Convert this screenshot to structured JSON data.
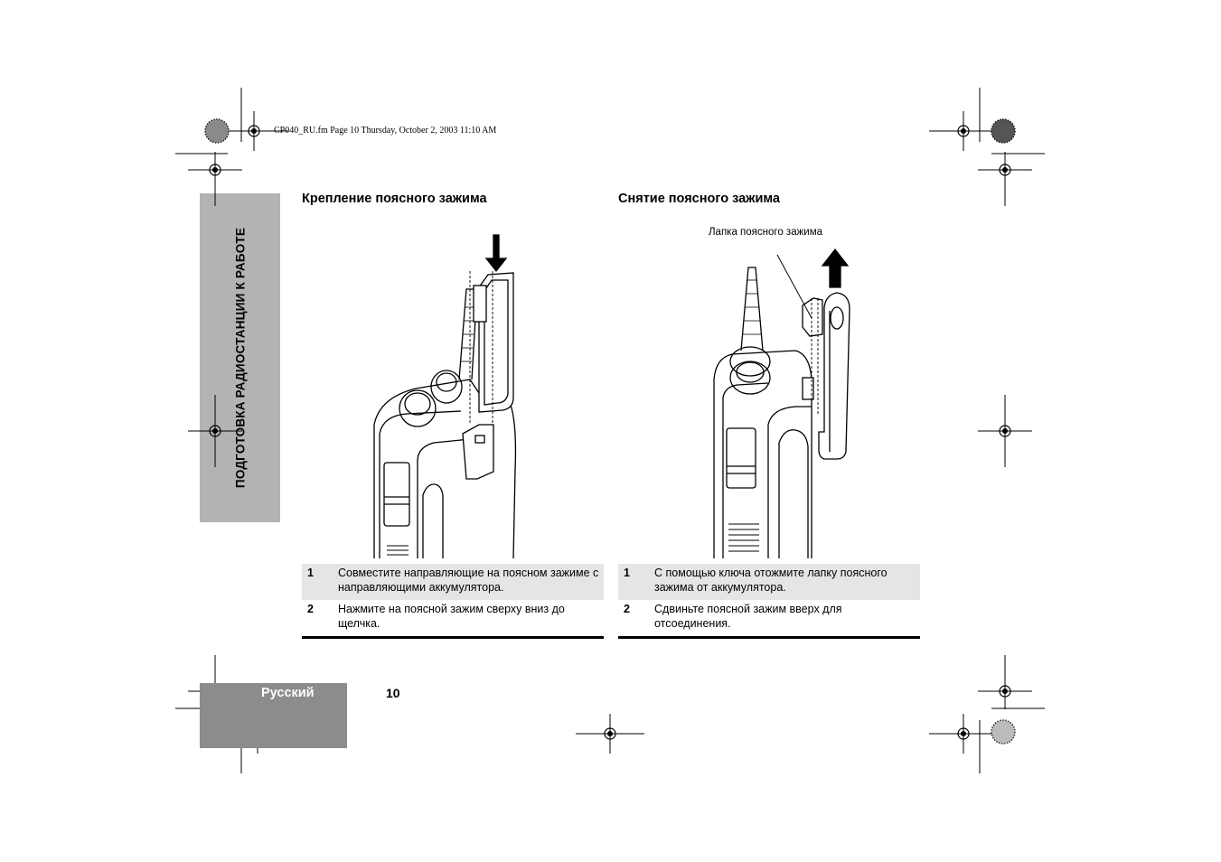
{
  "slug": "CP040_RU.fm  Page 10  Thursday, October 2, 2003  11:10 AM",
  "side_tab": "ПОДГОТОВКА РАДИОСТАНЦИИ К РАБОТЕ",
  "left": {
    "heading": "Крепление поясного зажима",
    "steps": [
      {
        "num": "1",
        "text": "Совместите направляющие на поясном зажиме с направляющими аккумулятора."
      },
      {
        "num": "2",
        "text": "Нажмите на поясной зажим сверху вниз до щелчка."
      }
    ]
  },
  "right": {
    "heading": "Снятие поясного зажима",
    "callout": "Лапка поясного зажима",
    "steps": [
      {
        "num": "1",
        "text": "С помощью ключа отожмите лапку поясного зажима от аккумулятора."
      },
      {
        "num": "2",
        "text": "Сдвиньте поясной зажим вверх для отсоединения."
      }
    ]
  },
  "footer": {
    "language": "Русский",
    "page_number": "10"
  }
}
